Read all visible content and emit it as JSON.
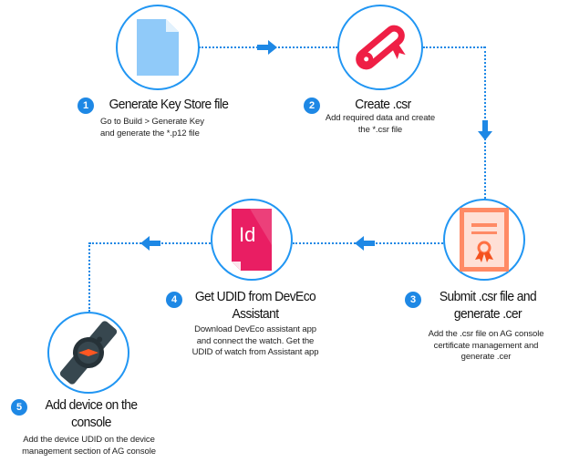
{
  "colors": {
    "accent": "#1e88e5",
    "circle": "#2196f3"
  },
  "steps": [
    {
      "number": "1",
      "title": "Generate Key Store file",
      "desc": [
        "Go to Build > Generate Key",
        "and generate the *.p12 file"
      ],
      "icon": "file-icon"
    },
    {
      "number": "2",
      "title": "Create .csr",
      "desc": [
        "Add required data and create",
        "the *.csr file"
      ],
      "icon": "diploma-scroll-icon"
    },
    {
      "number": "3",
      "title": [
        "Submit .csr file and",
        "generate .cer"
      ],
      "desc": [
        "Add the .csr file on AG console",
        "certificate management and",
        "generate .cer"
      ],
      "icon": "certificate-icon"
    },
    {
      "number": "4",
      "title": [
        "Get UDID from DevEco",
        "Assistant"
      ],
      "desc": [
        "Download DevEco assistant app",
        "and connect the watch. Get the",
        "UDID of watch from Assistant app"
      ],
      "icon": "indesign-file-icon",
      "icon_text": "Id"
    },
    {
      "number": "5",
      "title": [
        "Add device on the",
        "console"
      ],
      "desc": [
        "Add the device UDID on the device",
        "management section of AG console"
      ],
      "icon": "smartwatch-icon"
    }
  ]
}
